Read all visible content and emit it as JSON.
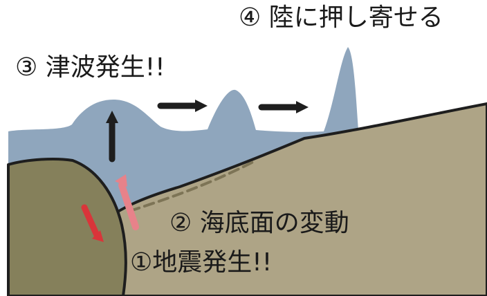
{
  "labels": {
    "step4": "④ 陸に押し寄せる",
    "step3": "③ 津波発生!!",
    "step2": "② 海底面の変動",
    "step1": "①地震発生!!"
  },
  "colors": {
    "sea": "#8fa6bd",
    "land": "#aea486",
    "plate": "#85805b",
    "outline": "#1e1e1e",
    "arrow_black": "#1e1e1e",
    "arrow_red": "#d9353a",
    "arrow_pink": "#e7828a",
    "fault_line": "#7d7456"
  },
  "icons": {
    "up_arrow": "arrow-up-icon",
    "right_arrows": "arrow-right-icon",
    "down_arrow": "arrow-down-icon"
  }
}
